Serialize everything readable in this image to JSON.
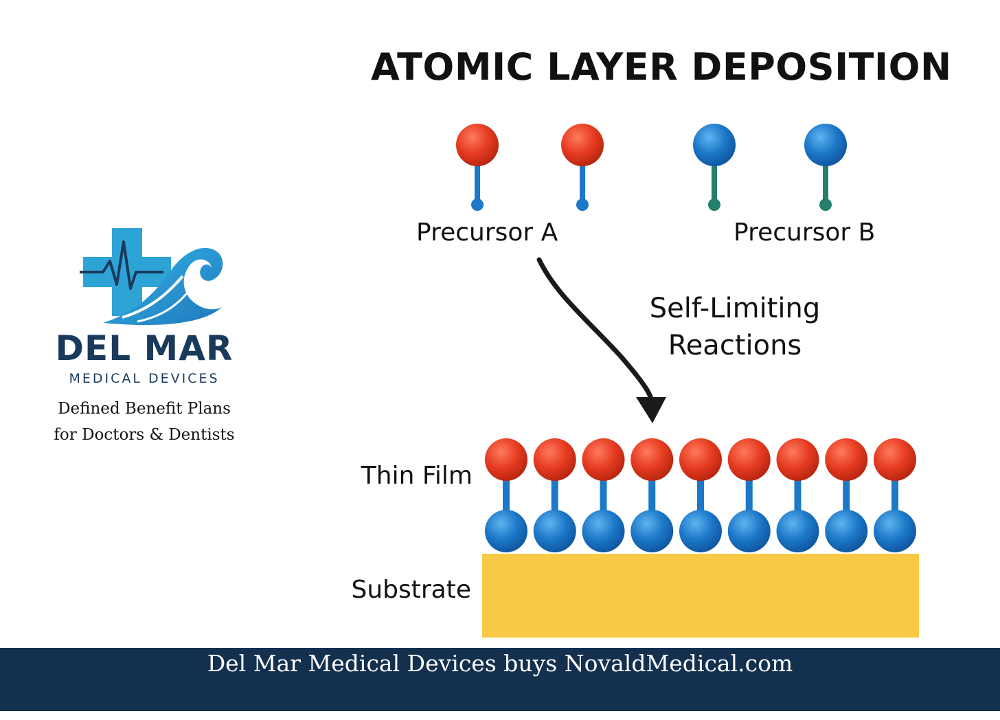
{
  "title": "ATOMIC LAYER DEPOSITION",
  "precursors": [
    {
      "label": "Precursor A",
      "count": 2,
      "head_color": "#e63c22",
      "stem_color": "#1c78c8"
    },
    {
      "label": "Precursor B",
      "count": 2,
      "head_color": "#1c78c8",
      "stem_color": "#23806a"
    }
  ],
  "reaction_label": {
    "line1": "Self-Limiting",
    "line2": "Reactions"
  },
  "layers": {
    "thin_film": "Thin Film",
    "substrate": "Substrate",
    "film_molecule_count": 9,
    "top_color": "#e63c22",
    "bottom_color": "#1c78c8",
    "substrate_color": "#f8c945"
  },
  "logo": {
    "name": "DEL MAR",
    "subname": "MEDICAL DEVICES",
    "tagline_line1": "Defined Benefit Plans",
    "tagline_line2": "for Doctors & Dentists",
    "brand_color": "#1a3a5c",
    "accent_color": "#2ea3d6"
  },
  "footer": {
    "text": "Del Mar Medical Devices buys NovaldMedical.com",
    "background": "#13304f"
  }
}
